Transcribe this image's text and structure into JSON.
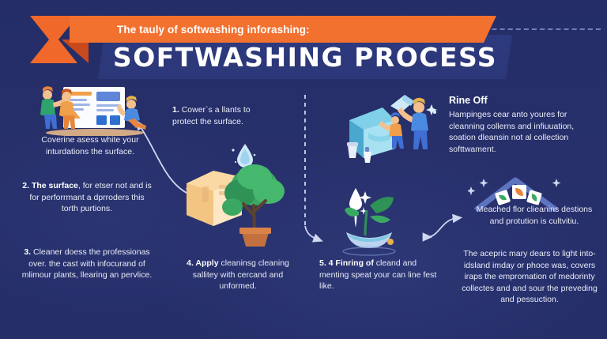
{
  "header": {
    "ribbon_label": "The tauly of softwashing inforashing:",
    "title": "SOFTWASHING PROCESS",
    "accent_orange": "#f3712f",
    "background_blue": "#27306b"
  },
  "steps": {
    "left_caption": "Coverine asess white your inturdations the surface.",
    "left_step2_bold": "2. The surface",
    "left_step2_rest": ", for etser not and is for perforrmant a dprroders this torth purtions.",
    "left_step3_num": "3.",
    "left_step3_text": "Cleaner doess the professionas over. the cast with infocurand of mlimour plants, llearing an pervlice.",
    "center_step1_num": "1.",
    "center_step1_text": "Cower`s a llants to protect the surface.",
    "center_step4_bold": "4. Apply",
    "center_step4_rest": " cleaninsg cleaning sallitey with cercand and unformed.",
    "center_step5_bold": "5. 4 Finring of",
    "center_step5_rest": " cleand and menting speat your can line fest like.",
    "right_rinse_heading": "Rine Off",
    "right_rinse_text": "Hampinges cear anto youres for cleanning collerns and infiuuation, soation dleansin not al collection softtwament.",
    "right_mid_text": "Meached flor clieanins destions and protution is cultvitiu.",
    "right_bottom_text": "The acepric mary dears to light into-idsland imday or phoce was, covers iraps the empromation of medorinty collectes and and sour the preveding and pessuction."
  },
  "icons": {
    "banner_ribbon": "ribbon-banner-icon",
    "dashed_divider": "dashed-divider-icon",
    "curved_arrow_left": "curved-arrow-left-icon",
    "dashed_arrow_down": "dashed-arrow-down-icon",
    "double_arrow_right": "double-headed-arrow-icon",
    "illustration_workers_board": "workers-whiteboard-illustration",
    "illustration_box_tree": "cardboard-box-tree-illustration",
    "illustration_water_drop": "water-droplet-icon",
    "illustration_tarp_workers": "covered-tarp-workers-illustration",
    "illustration_plant_bowl": "plant-in-bowl-illustration",
    "illustration_leaves_chevron": "leaves-chevron-illustration"
  }
}
